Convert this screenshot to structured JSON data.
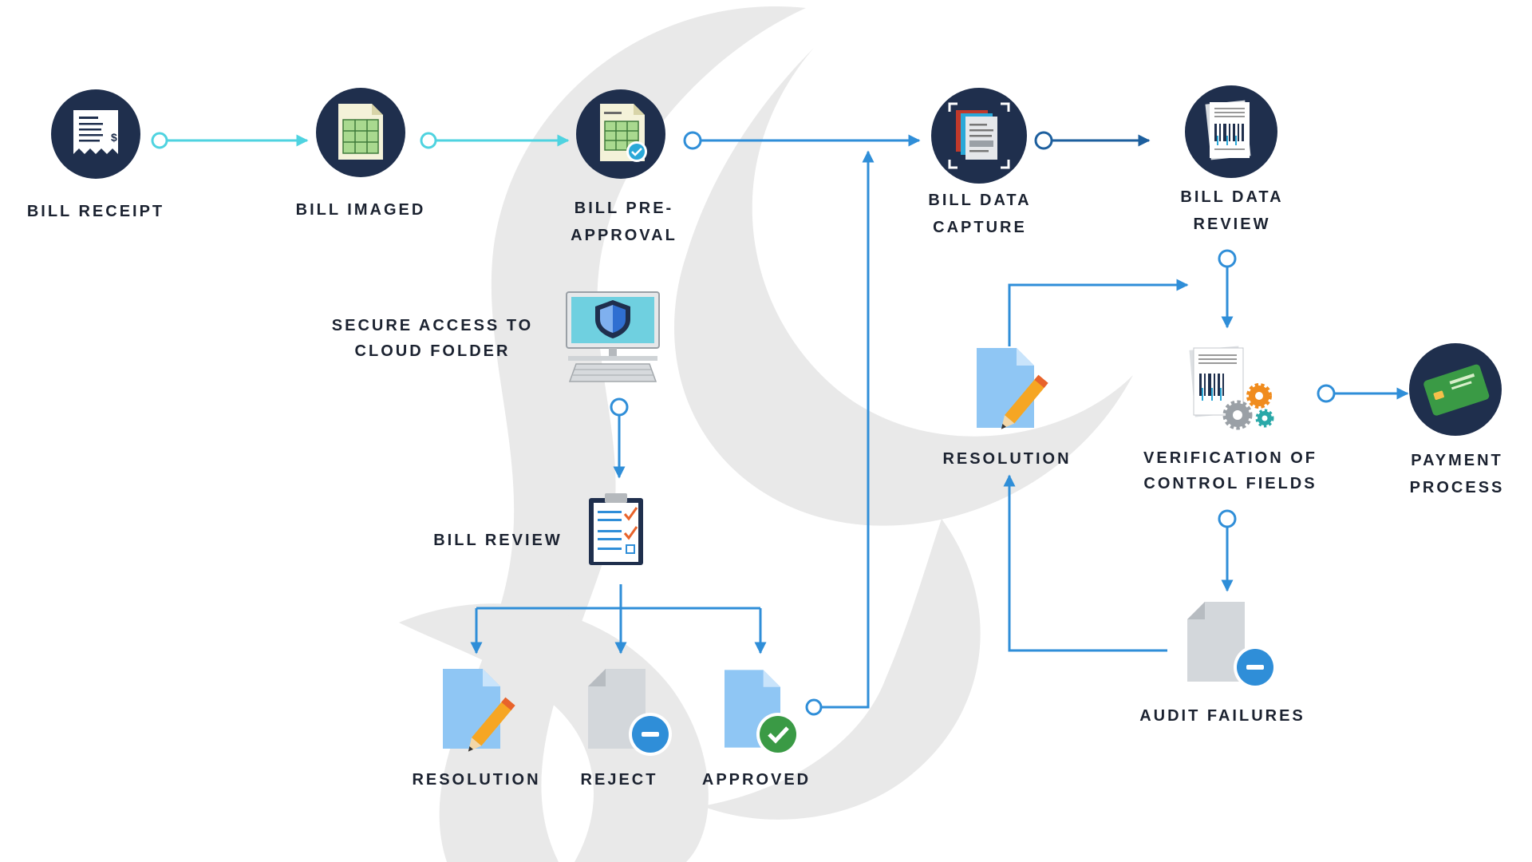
{
  "colors": {
    "navy": "#1f2f4d",
    "cyan": "#4fd3e0",
    "blue": "#2f8ed8",
    "dark_blue": "#1d5f9e",
    "watermark": "#e9e9e9",
    "label": "#1b2230"
  },
  "nodes": {
    "bill_receipt": {
      "label": "BILL RECEIPT",
      "icon": "receipt-icon"
    },
    "bill_imaged": {
      "label": "BILL IMAGED",
      "icon": "imaged-document-icon"
    },
    "bill_preapproval": {
      "label": "BILL PRE-\nAPPROVAL",
      "icon": "preapproval-document-icon"
    },
    "bill_data_capture": {
      "label": "BILL DATA\nCAPTURE",
      "icon": "scan-documents-icon"
    },
    "bill_data_review": {
      "label": "BILL DATA\nREVIEW",
      "icon": "barcode-document-icon"
    },
    "secure_access": {
      "label": "SECURE ACCESS TO\nCLOUD FOLDER",
      "icon": "secure-computer-icon"
    },
    "bill_review": {
      "label": "BILL REVIEW",
      "icon": "clipboard-checklist-icon"
    },
    "resolution_left": {
      "label": "RESOLUTION",
      "icon": "document-pencil-icon"
    },
    "reject": {
      "label": "REJECT",
      "icon": "document-minus-icon"
    },
    "approved": {
      "label": "APPROVED",
      "icon": "document-check-icon"
    },
    "resolution_right": {
      "label": "RESOLUTION",
      "icon": "document-pencil-icon"
    },
    "verification": {
      "label": "VERIFICATION OF\nCONTROL FIELDS",
      "icon": "document-gears-icon"
    },
    "payment": {
      "label": "PAYMENT\nPROCESS",
      "icon": "credit-card-icon"
    },
    "audit_failures": {
      "label": "AUDIT FAILURES",
      "icon": "document-minus-icon"
    }
  }
}
